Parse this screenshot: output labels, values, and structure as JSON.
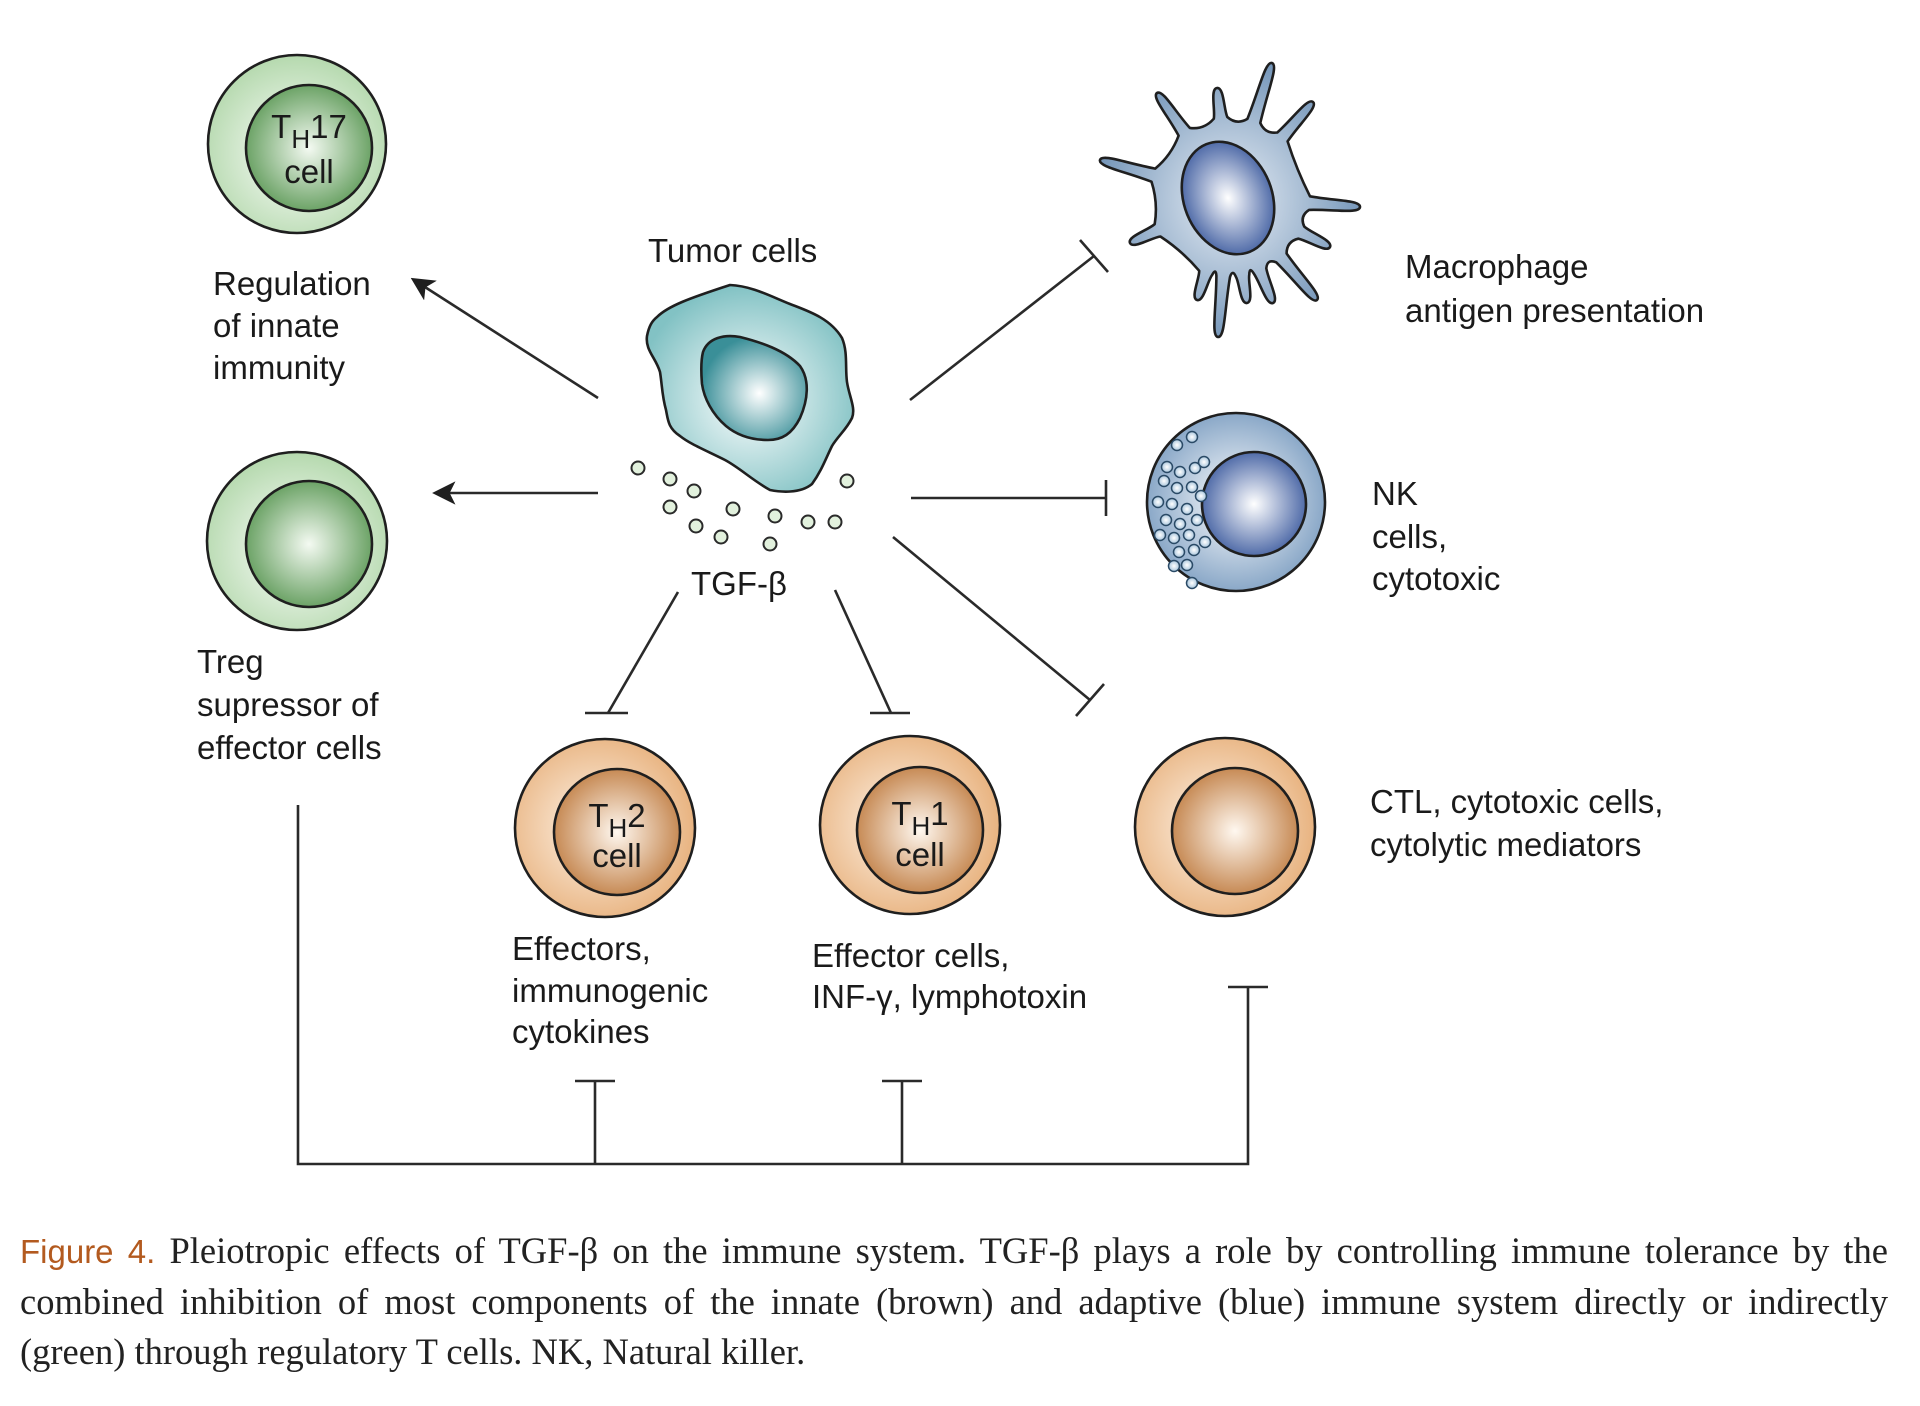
{
  "figure": {
    "central": {
      "title": "Tumor cells",
      "mediator": "TGF-β"
    },
    "cells": {
      "th17": {
        "name_main": "T",
        "name_sub": "H",
        "name_suffix": "17",
        "name_line2": "cell",
        "label_lines": [
          "Regulation",
          "of innate",
          "immunity"
        ],
        "effect": "promotes",
        "color_group": "green"
      },
      "treg": {
        "label_lines": [
          "Treg",
          "supressor of",
          "effector cells"
        ],
        "effect": "promotes",
        "color_group": "green"
      },
      "macrophage": {
        "label_lines": [
          "Macrophage",
          "antigen presentation"
        ],
        "effect": "inhibits",
        "color_group": "blue"
      },
      "nk": {
        "label_lines": [
          "NK",
          "cells,",
          "cytotoxic"
        ],
        "effect": "inhibits",
        "color_group": "blue"
      },
      "th2": {
        "name_main": "T",
        "name_sub": "H",
        "name_suffix": "2",
        "name_line2": "cell",
        "label_lines": [
          "Effectors,",
          "immunogenic",
          "cytokines"
        ],
        "effect": "inhibits",
        "color_group": "brown"
      },
      "th1": {
        "name_main": "T",
        "name_sub": "H",
        "name_suffix": "1",
        "name_line2": "cell",
        "label_lines": [
          "Effector cells,",
          "INF-γ, lymphotoxin"
        ],
        "effect": "inhibits",
        "color_group": "brown"
      },
      "ctl": {
        "label_lines": [
          "CTL, cytotoxic cells,",
          "cytolytic mediators"
        ],
        "effect": "inhibits",
        "color_group": "brown"
      }
    },
    "treg_suppression_targets": [
      "th2",
      "th1",
      "ctl"
    ],
    "colors": {
      "green_outer": "#c9e3c4",
      "green_inner": "#5e9a58",
      "brown_outer": "#f2c9a0",
      "brown_inner": "#c17f45",
      "blue_outer": "#6f93b8",
      "blue_inner": "#4a66a4",
      "teal_outer": "#8fcacb",
      "teal_inner": "#3f9aa3",
      "caption_accent": "#b35a1f"
    }
  },
  "caption": {
    "label": "Figure 4.",
    "text": "Pleiotropic effects of TGF-β on the immune system. TGF-β plays a role by controlling immune tolerance by the combined inhibition of most components of the innate (brown) and adaptive (blue) immune system directly or indirectly (green) through regulatory T cells. NK, Natural killer."
  }
}
